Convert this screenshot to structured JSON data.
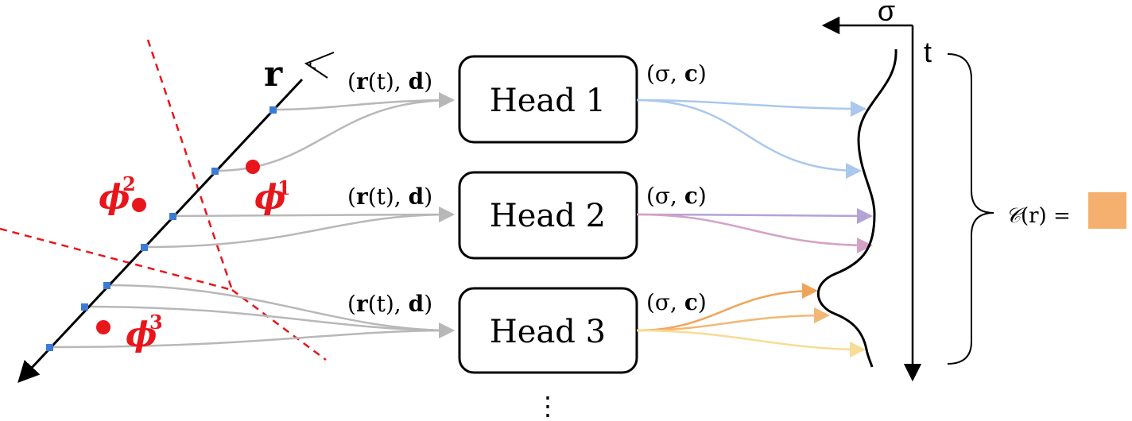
{
  "ray": {
    "label": "r"
  },
  "heads": [
    {
      "label": "Head 1",
      "input_bold": "r",
      "input_mid": "(t), ",
      "input_bold2": "d",
      "output_sigma": "(σ, ",
      "output_bold": "c",
      "output_close": ")"
    },
    {
      "label": "Head 2",
      "input_bold": "r",
      "input_mid": "(t), ",
      "input_bold2": "d",
      "output_sigma": "(σ, ",
      "output_bold": "c",
      "output_close": ")"
    },
    {
      "label": "Head 3",
      "input_bold": "r",
      "input_mid": "(t), ",
      "input_bold2": "d",
      "output_sigma": "(σ, ",
      "output_bold": "c",
      "output_close": ")"
    }
  ],
  "more_heads": "⋮",
  "regions": [
    {
      "symbol": "ϕ",
      "sup": "1"
    },
    {
      "symbol": "ϕ",
      "sup": "2"
    },
    {
      "symbol": "ϕ",
      "sup": "3"
    }
  ],
  "axes": {
    "sigma": "σ",
    "t": "t"
  },
  "color_formula": {
    "prefix": "𝒞",
    "arg": "(r) =",
    "swatch_color": "#f5b06f"
  },
  "colors": {
    "ray": "#000000",
    "sample_point": "#3a7bd5",
    "region": "#e8161b",
    "gray_curve": "#b8b8b8",
    "head1_out": "#a9c8ec",
    "head2_out_a": "#b3a2d6",
    "head2_out_b": "#d4a2c6",
    "head3_out_a": "#f0a45a",
    "head3_out_b": "#f3b774",
    "head3_out_c": "#f7dc95"
  }
}
